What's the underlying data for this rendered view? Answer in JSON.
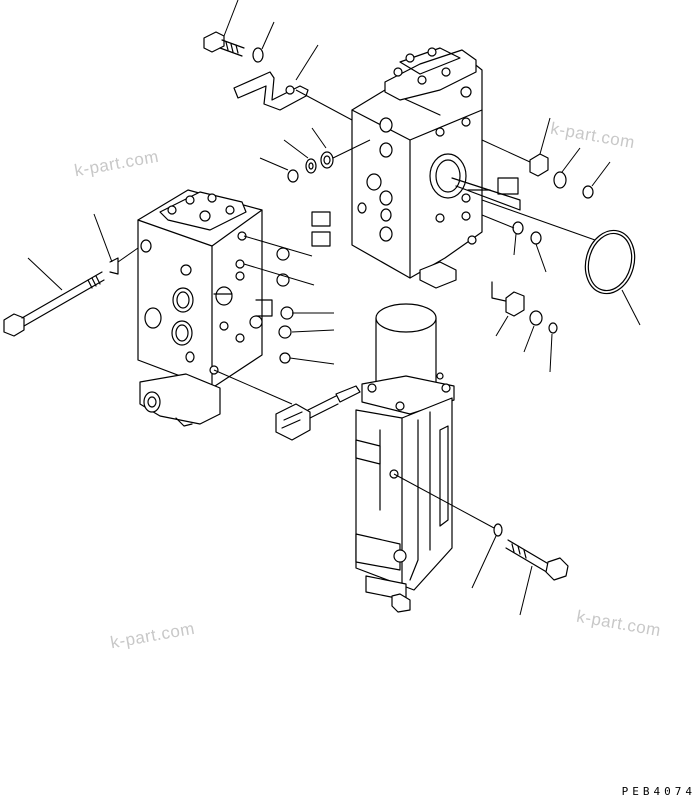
{
  "diagram": {
    "watermarks": [
      {
        "text": "k-part.com"
      },
      {
        "text": "k-part.com"
      },
      {
        "text": "k-part.com"
      },
      {
        "text": "k-part.com"
      }
    ],
    "drawing_code": "PEB4074"
  }
}
